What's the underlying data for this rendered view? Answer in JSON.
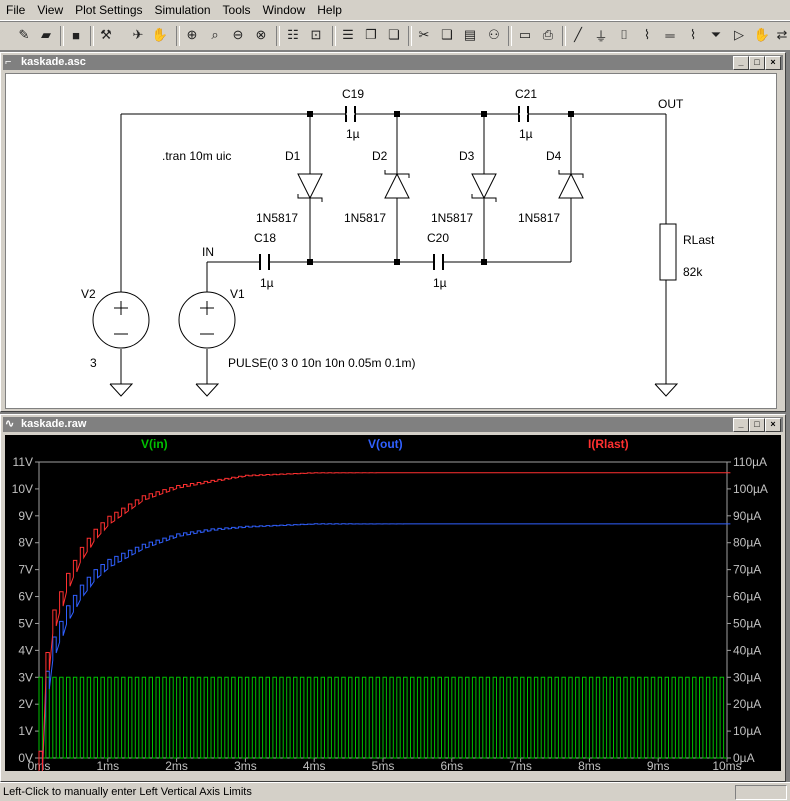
{
  "menu": [
    "File",
    "View",
    "Plot Settings",
    "Simulation",
    "Tools",
    "Window",
    "Help"
  ],
  "toolbar_icons": [
    "new-schematic-icon",
    "open-icon",
    "save-icon",
    "control-panel-icon",
    "run-icon",
    "halt-icon",
    "zoom-in-icon",
    "zoom-area-icon",
    "zoom-out-icon",
    "zoom-cancel-icon",
    "autorange-icon",
    "fit-icon",
    "tile-horizontal-icon",
    "cascade-icon",
    "close-icon",
    "cut-icon",
    "copy-icon",
    "find-icon",
    "print-setup-icon",
    "print-icon",
    "wire-icon",
    "ground-icon",
    "label-icon",
    "resistor-icon",
    "capacitor-icon",
    "inductor-icon",
    "diode-icon",
    "component-icon",
    "move-icon",
    "drag-icon"
  ],
  "schematic": {
    "title": "kaskade.asc",
    "labels": {
      "C19": "C19",
      "C19_val": "1µ",
      "C21": "C21",
      "C21_val": "1µ",
      "C18": "C18",
      "C18_val": "1µ",
      "C20": "C20",
      "C20_val": "1µ",
      "D1": "D1",
      "D1_model": "1N5817",
      "D2": "D2",
      "D2_model": "1N5817",
      "D3": "D3",
      "D3_model": "1N5817",
      "D4": "D4",
      "D4_model": "1N5817",
      "OUT": "OUT",
      "IN": "IN",
      "RLast": "RLast",
      "RLast_val": "82k",
      "V1": "V1",
      "V2": "V2",
      "V2_val": "3",
      "V1_val": "PULSE(0 3 0 10n 10n 0.05m 0.1m)",
      "directive": ".tran 10m uic"
    }
  },
  "waveform": {
    "title": "kaskade.raw",
    "traces": [
      {
        "name": "V(in)",
        "color": "#00c000"
      },
      {
        "name": "V(out)",
        "color": "#3060ff"
      },
      {
        "name": "I(Rlast)",
        "color": "#ff3030"
      }
    ]
  },
  "chart_data": {
    "type": "line",
    "title": "",
    "xlim": [
      0,
      10
    ],
    "x_ticks": [
      "0ms",
      "1ms",
      "2ms",
      "3ms",
      "4ms",
      "5ms",
      "6ms",
      "7ms",
      "8ms",
      "9ms",
      "10ms"
    ],
    "left_ylim": [
      0,
      11
    ],
    "left_ticks": [
      "0V",
      "1V",
      "2V",
      "3V",
      "4V",
      "5V",
      "6V",
      "7V",
      "8V",
      "9V",
      "10V",
      "11V"
    ],
    "right_ylim": [
      0,
      110
    ],
    "right_ticks": [
      "0µA",
      "10µA",
      "20µA",
      "30µA",
      "40µA",
      "50µA",
      "60µA",
      "70µA",
      "80µA",
      "90µA",
      "100µA",
      "110µA"
    ],
    "grid": false,
    "series": [
      {
        "name": "V(in)",
        "axis": "left",
        "kind": "pulse",
        "low": 0,
        "high": 3,
        "period_ms": 0.1,
        "width_ms": 0.05
      },
      {
        "name": "V(out)",
        "axis": "left",
        "kind": "ripple-rise",
        "x": [
          0,
          0.1,
          0.2,
          0.4,
          0.6,
          0.8,
          1.0,
          1.5,
          2.0,
          2.5,
          3.0,
          4.0,
          5.0,
          6.0,
          8.0,
          10.0
        ],
        "y": [
          0,
          3.0,
          4.3,
          5.5,
          6.3,
          6.9,
          7.3,
          7.9,
          8.3,
          8.5,
          8.6,
          8.7,
          8.7,
          8.7,
          8.7,
          8.7
        ]
      },
      {
        "name": "I(Rlast)",
        "axis": "right",
        "kind": "ripple-rise",
        "x": [
          0,
          0.1,
          0.2,
          0.4,
          0.6,
          0.8,
          1.0,
          1.5,
          2.0,
          2.5,
          3.0,
          4.0,
          5.0,
          6.0,
          8.0,
          10.0
        ],
        "y": [
          0,
          37,
          53,
          67,
          77,
          84,
          89,
          97,
          101,
          103,
          105,
          106,
          106,
          106,
          106,
          106
        ]
      }
    ]
  },
  "status": {
    "text": "Left-Click to manually enter Left Vertical Axis Limits"
  }
}
